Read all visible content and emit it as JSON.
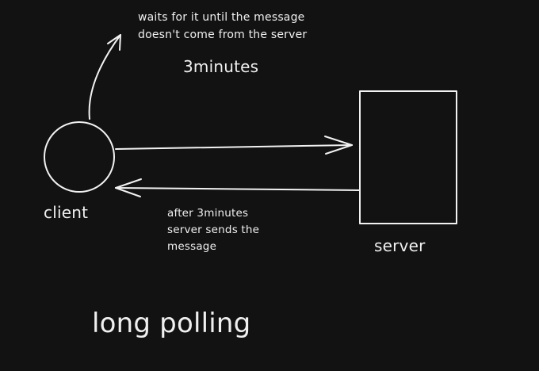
{
  "diagram": {
    "title": "long polling",
    "nodes": {
      "client": {
        "label": "client"
      },
      "server": {
        "label": "server"
      }
    },
    "annotations": {
      "wait_note": [
        "waits for it until the message",
        "doesn't come from the server"
      ],
      "duration": "3minutes",
      "response_note": [
        "after 3minutes",
        "server sends the",
        "message"
      ]
    },
    "colors": {
      "background": "#121212",
      "stroke": "#f2f2f2"
    }
  }
}
